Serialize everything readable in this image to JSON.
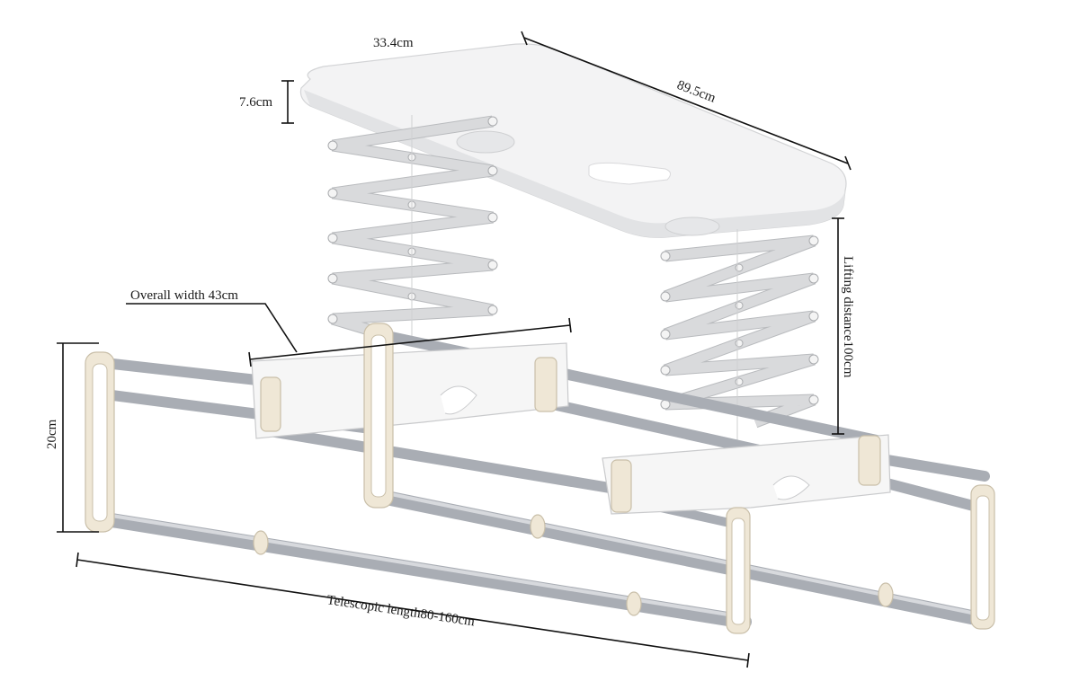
{
  "title": "Electric clothes drying rack dimensions",
  "dimensions": {
    "box_width": "33.4cm",
    "box_length": "89.5cm",
    "box_height": "7.6cm",
    "overall_width": "Overall width 43cm",
    "lifting_distance": "Lifting distance100cm",
    "rack_height": "20cm",
    "telescopic_length": "Telescopic length80-160cm"
  },
  "colors": {
    "rod": "#a9adb4",
    "cap": "#efe7d6",
    "box": "#f2f2f3",
    "line": "#111111"
  }
}
